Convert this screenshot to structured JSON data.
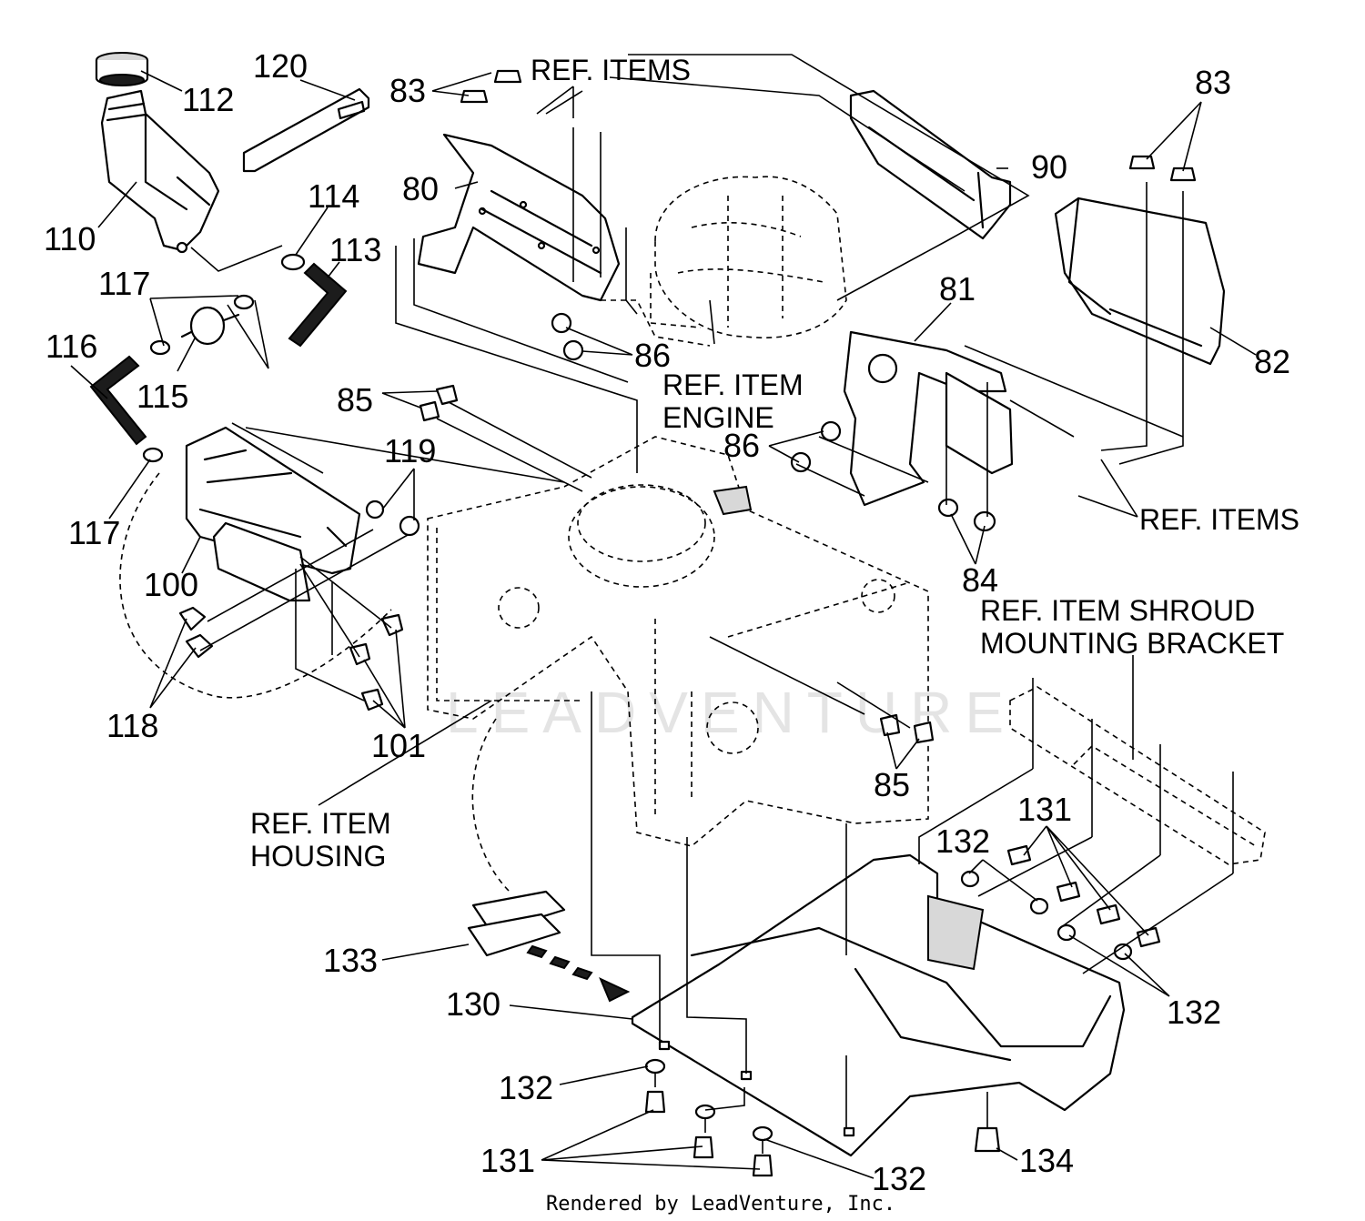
{
  "watermark": "LEADVENTURE",
  "footer": "Rendered by LeadVenture, Inc.",
  "callouts": [
    {
      "id": "c112",
      "text": "112"
    },
    {
      "id": "c120",
      "text": "120"
    },
    {
      "id": "c110",
      "text": "110"
    },
    {
      "id": "c114",
      "text": "114"
    },
    {
      "id": "c113",
      "text": "113"
    },
    {
      "id": "c117a",
      "text": "117"
    },
    {
      "id": "c116",
      "text": "116"
    },
    {
      "id": "c115",
      "text": "115"
    },
    {
      "id": "c117b",
      "text": "117"
    },
    {
      "id": "c100",
      "text": "100"
    },
    {
      "id": "c119",
      "text": "119"
    },
    {
      "id": "c118",
      "text": "118"
    },
    {
      "id": "c101",
      "text": "101"
    },
    {
      "id": "c83a",
      "text": "83"
    },
    {
      "id": "c80",
      "text": "80"
    },
    {
      "id": "c86a",
      "text": "86"
    },
    {
      "id": "c85a",
      "text": "85"
    },
    {
      "id": "c90",
      "text": "90"
    },
    {
      "id": "c83b",
      "text": "83"
    },
    {
      "id": "c81",
      "text": "81"
    },
    {
      "id": "c82",
      "text": "82"
    },
    {
      "id": "c86b",
      "text": "86"
    },
    {
      "id": "c84",
      "text": "84"
    },
    {
      "id": "c85b",
      "text": "85"
    },
    {
      "id": "c131a",
      "text": "131"
    },
    {
      "id": "c132a",
      "text": "132"
    },
    {
      "id": "c132b",
      "text": "132"
    },
    {
      "id": "c133",
      "text": "133"
    },
    {
      "id": "c130",
      "text": "130"
    },
    {
      "id": "c132c",
      "text": "132"
    },
    {
      "id": "c131b",
      "text": "131"
    },
    {
      "id": "c132d",
      "text": "132"
    },
    {
      "id": "c134",
      "text": "134"
    }
  ],
  "ref_labels": {
    "ref_items_top": "REF. ITEMS",
    "ref_engine_1": "REF. ITEM",
    "ref_engine_2": "ENGINE",
    "ref_items_right": "REF. ITEMS",
    "ref_shroud_1": "REF. ITEM SHROUD",
    "ref_shroud_2": "MOUNTING BRACKET",
    "ref_housing_1": "REF. ITEM",
    "ref_housing_2": "HOUSING"
  }
}
